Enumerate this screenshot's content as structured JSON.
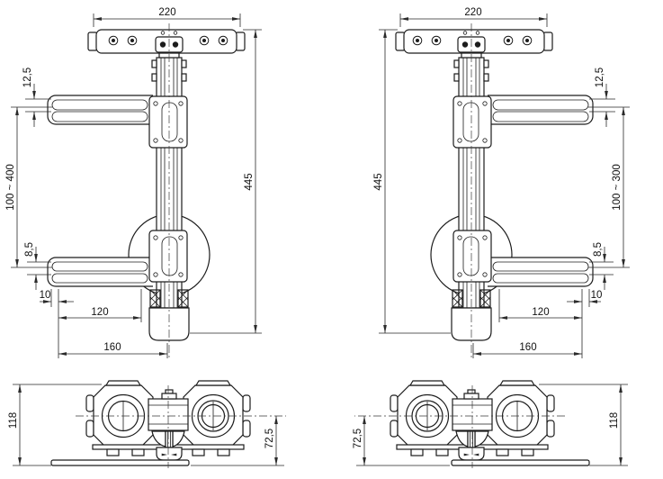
{
  "drawing": {
    "type": "technical-dimension-drawing",
    "background_color": "#ffffff",
    "line_color": "#1c1c1c",
    "views": {
      "front_left": {
        "top_width": "220",
        "overall_height": "445",
        "bracket_pitch": "12,5",
        "height_range": "100 ~ 400",
        "slot_pitch": "8,5",
        "end_offset": "10",
        "slot_length": "120",
        "arm_reach": "160"
      },
      "front_right": {
        "top_width": "220",
        "overall_height": "445",
        "bracket_pitch": "12,5",
        "height_range": "100 ~ 300",
        "slot_pitch": "8,5",
        "end_offset": "10",
        "slot_length": "120",
        "arm_reach": "160"
      },
      "bottom_left": {
        "overall_depth": "118",
        "axis_to_base": "72,5"
      },
      "bottom_right": {
        "overall_depth": "118",
        "axis_to_base": "72,5"
      }
    }
  }
}
